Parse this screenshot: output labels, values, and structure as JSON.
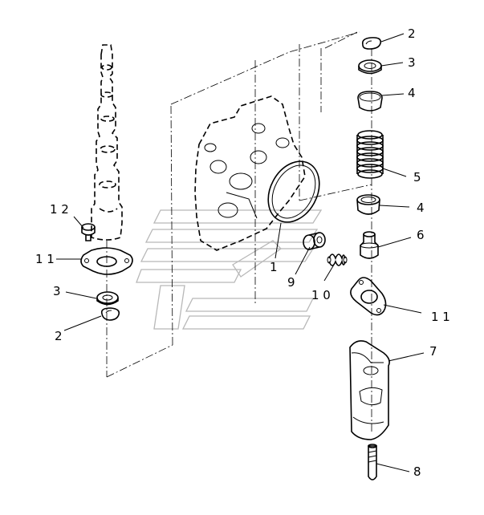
{
  "callouts": {
    "c2_right": "2",
    "c3_right": "3",
    "c4_top": "4",
    "c5": "5",
    "c4_bottom": "4",
    "c6": "6",
    "c1": "1",
    "c9": "9",
    "c10": "1 0",
    "c11_right": "1 1",
    "c7": "7",
    "c8": "8",
    "c12_left": "1 2",
    "c11_left": "1 1",
    "c3_left": "3",
    "c2_left": "2"
  },
  "icons": {
    "watermark": "watermark-logo"
  }
}
